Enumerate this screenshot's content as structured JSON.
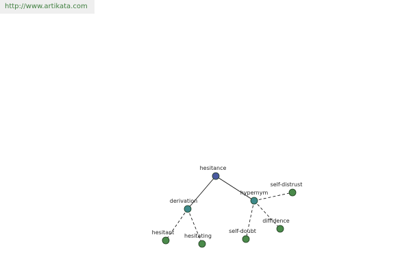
{
  "header": {
    "url": "http://www.artikata.com"
  },
  "colors": {
    "root_node": "#4a5aa0",
    "mid_node": "#3e8a8a",
    "leaf_node": "#4a8a4a",
    "edge": "#000000",
    "url_text": "#3f7f3f",
    "url_bg": "#efefef"
  },
  "graph": {
    "nodes": [
      {
        "id": "hesitance",
        "label": "hesitance",
        "kind": "root"
      },
      {
        "id": "derivation",
        "label": "derivation",
        "kind": "mid"
      },
      {
        "id": "hypernym",
        "label": "hypernym",
        "kind": "mid"
      },
      {
        "id": "hesitant",
        "label": "hesitant",
        "kind": "leaf"
      },
      {
        "id": "hesitating",
        "label": "hesitating",
        "kind": "leaf"
      },
      {
        "id": "self-doubt",
        "label": "self-doubt",
        "kind": "leaf"
      },
      {
        "id": "diffidence",
        "label": "diffidence",
        "kind": "leaf"
      },
      {
        "id": "self-distrust",
        "label": "self-distrust",
        "kind": "leaf"
      }
    ],
    "edges": [
      {
        "from": "hesitance",
        "to": "derivation",
        "style": "solid"
      },
      {
        "from": "hesitance",
        "to": "hypernym",
        "style": "solid"
      },
      {
        "from": "derivation",
        "to": "hesitant",
        "style": "dashed"
      },
      {
        "from": "derivation",
        "to": "hesitating",
        "style": "dashed"
      },
      {
        "from": "hypernym",
        "to": "self-doubt",
        "style": "dashed"
      },
      {
        "from": "hypernym",
        "to": "diffidence",
        "style": "dashed"
      },
      {
        "from": "hypernym",
        "to": "self-distrust",
        "style": "dashed"
      }
    ]
  }
}
